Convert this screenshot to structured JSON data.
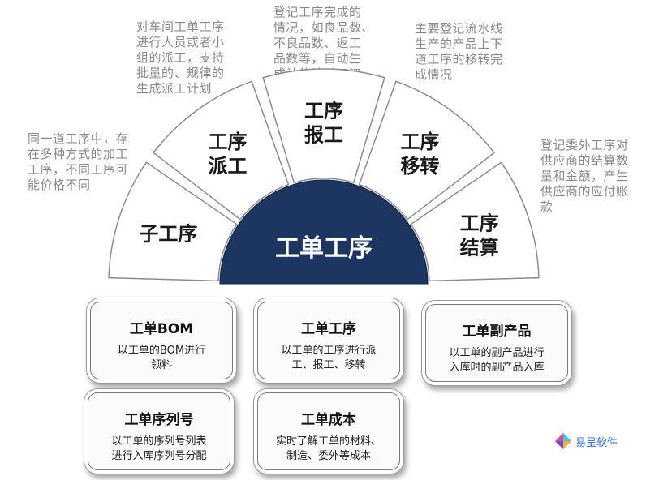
{
  "notes": {
    "zigongxu": "同一道工序中，存\n在多种方式的加工\n工序，不同工序可\n能价格不同",
    "paigong": "对车间工单工序\n进行人员或者小\n组的派工，支持\n批量的、规律的\n生成派工计划",
    "baogong": "登记工序完成的\n情况，如良品数、\n不良品数、返工\n品数等，自动生\n成计件计时工资",
    "yizhuan": "主要登记流水线\n生产的产品上下\n道工序的移转完\n成情况",
    "jiesuan": "登记委外工序对\n供应商的结算数\n量和金额，产生\n供应商的应付账\n款"
  },
  "fan": {
    "segments": [
      {
        "id": "zigongxu",
        "line1": "子工序",
        "line2": ""
      },
      {
        "id": "paigong",
        "line1": "工序",
        "line2": "派工"
      },
      {
        "id": "baogong",
        "line1": "工序",
        "line2": "报工"
      },
      {
        "id": "yizhuan",
        "line1": "工序",
        "line2": "移转"
      },
      {
        "id": "jiesuan",
        "line1": "工序",
        "line2": "结算"
      }
    ],
    "center_label": "工单工序",
    "colors": {
      "hub": "#1c3561",
      "segment_fill": "#ffffff",
      "segment_stroke": "#8c8c8c"
    }
  },
  "boxes": {
    "bom": {
      "title": "工单BOM",
      "desc": "以工单的BOM进行\n领料"
    },
    "gongxu": {
      "title": "工单工序",
      "desc": "以工单的工序进行派\n工、报工、移转"
    },
    "fuchanpin": {
      "title": "工单副产品",
      "desc": "以工单的副产品进行\n入库时的副产品入库"
    },
    "xulie": {
      "title": "工单序列号",
      "desc": "以工单的序列号列表\n进行入库序列号分配"
    },
    "chengben": {
      "title": "工单成本",
      "desc": "实时了解工单的材料、\n制造、委外等成本"
    }
  },
  "logo": {
    "text": "易呈软件",
    "icon": "diamond-logo-icon"
  }
}
